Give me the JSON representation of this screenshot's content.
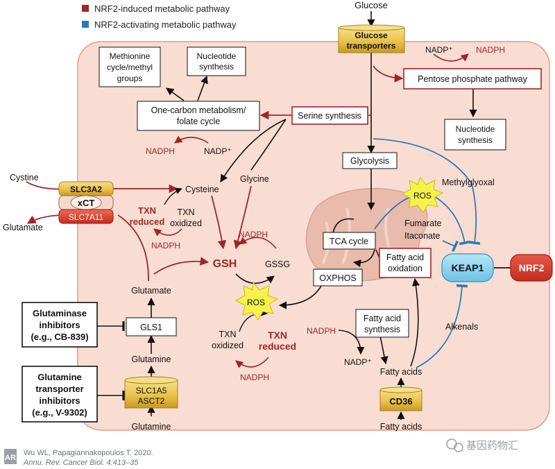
{
  "legend": {
    "induced": {
      "label": "NRF2-induced metabolic pathway",
      "color": "#a1242a"
    },
    "activating": {
      "label": "NRF2-activating metabolic pathway",
      "color": "#2b7ab8"
    }
  },
  "colors": {
    "cell": "#f9ddd2",
    "cellBorder": "#e59a86",
    "darkRed": "#a1242a",
    "blue": "#2b7ab8",
    "keap": "#8fd3ee",
    "nrf2": "#d6392c",
    "gold": "#e8c24a"
  },
  "nodes": {
    "glucose_top": "Glucose",
    "glucose_transporters": [
      "Glucose",
      "transporters"
    ],
    "nadp_plus_top": "NADP⁺",
    "nadph_top": "NADPH",
    "ppp": "Pentose phosphate pathway",
    "nucleotide_right": [
      "Nucleotide",
      "synthesis"
    ],
    "methionine": [
      "Methionine",
      "cycle/methyl",
      "groups"
    ],
    "nucleotide_left": [
      "Nucleotide",
      "synthesis"
    ],
    "one_carbon": [
      "One-carbon metabolism/",
      "folate cycle"
    ],
    "nadph_oc": "NADPH",
    "nadp_oc": "NADP⁺",
    "serine": "Serine synthesis",
    "glycolysis": "Glycolysis",
    "methylglyoxal": "Methylglyoxal",
    "ros_top": "ROS",
    "fumarate": "Fumarate",
    "itaconate": "Itaconate",
    "tca": "TCA cycle",
    "oxphos": "OXPHOS",
    "fao": [
      "Fatty acid",
      "oxidation"
    ],
    "keap1": "KEAP1",
    "nrf2": "NRF2",
    "fas": [
      "Fatty acid",
      "synthesis"
    ],
    "nadph_fas": "NADPH",
    "nadp_fas": "NADP⁺",
    "fatty_acids_in": "Fatty acids",
    "alkenals": "Alkenals",
    "cd36": "CD36",
    "fatty_acids_out": "Fatty acids",
    "cystine": "Cystine",
    "glutamate_out": "Glutamate",
    "slc3a2": "SLC3A2",
    "xct": "xCT",
    "slc7a11": "SLC7A11",
    "cysteine": "Cysteine",
    "glycine": "Glycine",
    "txn_reduced_left": [
      "TXN",
      "reduced"
    ],
    "txn_oxidized_left": [
      "TXN",
      "oxidized"
    ],
    "nadph_txn_left": "NADPH",
    "nadph_gsh": "NADPH",
    "gsh": "GSH",
    "gssg": "GSSG",
    "ros_mid": "ROS",
    "txn_oxidized_right": [
      "TXN",
      "oxidized"
    ],
    "txn_reduced_right": [
      "TXN",
      "reduced"
    ],
    "nadph_txn_right": "NADPH",
    "glutamate_in": "Glutamate",
    "gls1": "GLS1",
    "glutamine_in": "Glutamine",
    "slc1a5": [
      "SLC1A5",
      "ASCT2"
    ],
    "glutamine_out": "Glutamine"
  },
  "inhibitors": {
    "glutaminase": [
      "Glutaminase",
      "inhibitors",
      "(e.g., CB-839)"
    ],
    "transporter": [
      "Glutamine",
      "transporter",
      "inhibitors",
      "(e.g., V-9302)"
    ]
  },
  "citation": {
    "logo": "AR",
    "line1": "Wu WL, Papagiannakopoulos T. 2020.",
    "line2": "Annu. Rev. Cancer Biol. 4:413–35"
  },
  "watermark": "基因药物汇"
}
